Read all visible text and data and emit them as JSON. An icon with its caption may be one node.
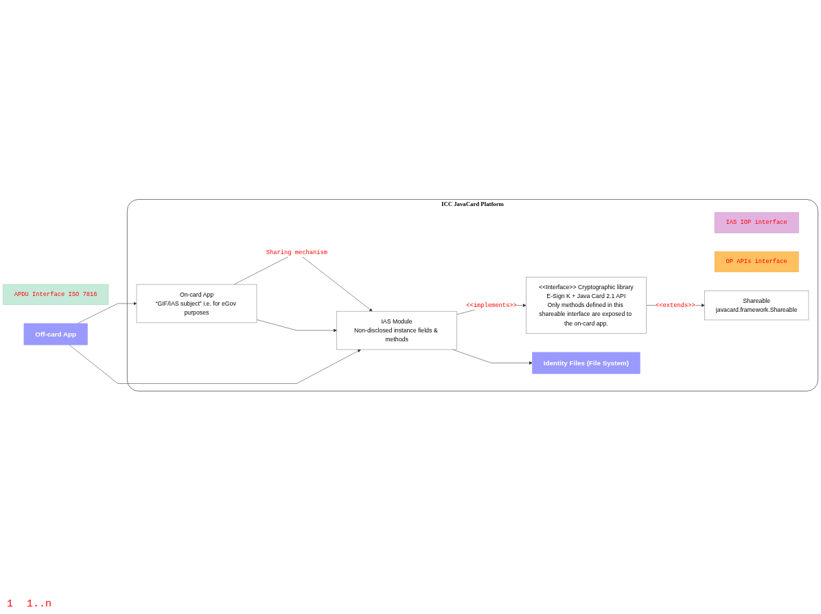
{
  "diagram": {
    "nodes": [
      {
        "text": [
          "ICC JavaCard Platform"
        ]
      },
      {
        "text": [
          "IAS Module",
          "Non-disclosed instance fields & methods"
        ],
        "in": 0
      },
      {
        "text": [
          "APDU Interface ISO 7816"
        ]
      },
      {
        "text": [
          "IAS IOP interface"
        ],
        "in": 0
      },
      {
        "text": [
          "OP APIs interface"
        ],
        "in": 0
      },
      {
        "text": [
          "<<Interface>> Cryptographic library",
          "E-Sign K + Java Card 2.1 API",
          "Only methods defined in this shareable interface are exposed to the on-card app."
        ],
        "in": 0
      },
      {
        "text": [
          "On-card App",
          "“GIF/IAS subject” i.e. for eGov purposes"
        ],
        "in": 0
      },
      {
        "text": [
          "Off-card App"
        ]
      },
      {
        "text": [
          "Identity Files (File System)"
        ],
        "in": 0
      },
      {
        "text": [
          "Shareable",
          "javacard.framework.Shareable"
        ],
        "in": 0
      }
    ],
    "edges": [
      {
        "from": 1,
        "to": 5,
        "arrow": "to",
        "label": "<<implements>>"
      },
      {
        "from": 5,
        "to": 9,
        "arrow": "to",
        "label": "<<extends>>"
      },
      {
        "from": 1,
        "to": 8,
        "arrow": "to"
      },
      {
        "from": 6,
        "to": 1,
        "arrow": "to",
        "label": "Sharing mechanism"
      },
      {
        "from": 6,
        "to": 1,
        "arrow": "to"
      },
      {
        "from": 7,
        "to": 1,
        "arrow": "to"
      },
      {
        "from": 7,
        "to": 6,
        "arrow": "to"
      }
    ],
    "labels": [
      "1",
      "1..n"
    ]
  }
}
